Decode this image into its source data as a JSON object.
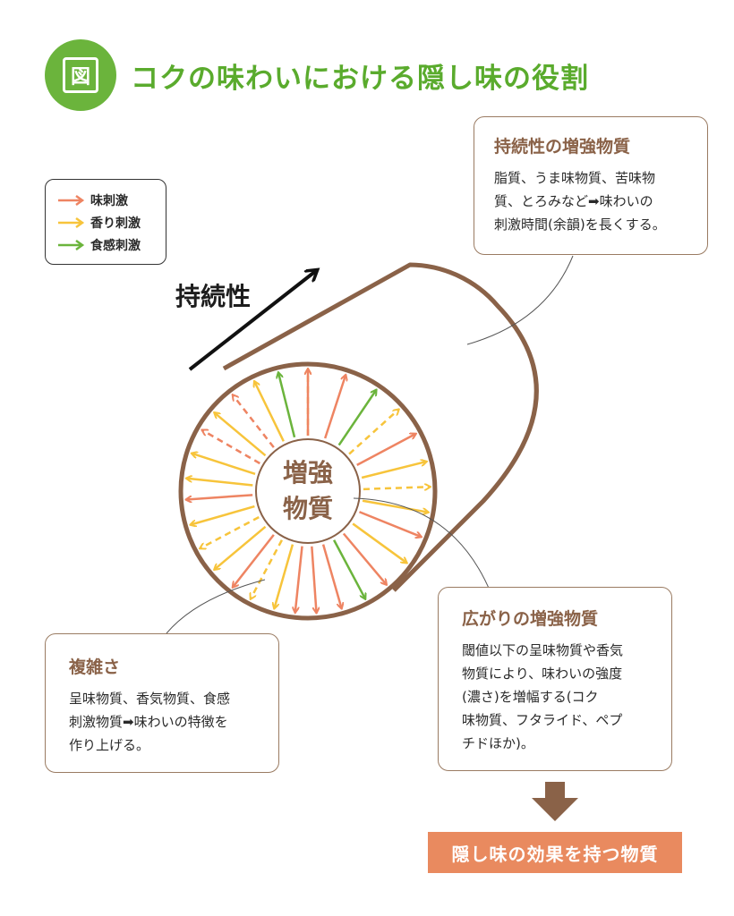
{
  "header": {
    "badge": "図",
    "title": "コクの味わいにおける隠し味の役割"
  },
  "legend": {
    "items": [
      {
        "label": "味刺激",
        "color": "#ee8462"
      },
      {
        "label": "香り刺激",
        "color": "#f7c43b"
      },
      {
        "label": "食感刺激",
        "color": "#6bb43c"
      }
    ]
  },
  "diagram": {
    "persistence_label": "持続性",
    "center_line1": "増強",
    "center_line2": "物質",
    "cylinder_color": "#8a6248"
  },
  "boxes": {
    "persistence": {
      "title": "持続性の増強物質",
      "body": "脂質、うま味物質、苦味物\n質、とろみなど➡味わいの\n刺激時間(余韻)を長くする。"
    },
    "complexity": {
      "title": "複雑さ",
      "body": "呈味物質、香気物質、食感\n刺激物質➡味わいの特徴を\n作り上げる。"
    },
    "spread": {
      "title": "広がりの増強物質",
      "body": "閾値以下の呈味物質や香気\n物質により、味わいの強度\n(濃さ)を増幅する(コク\n味物質、フタライド、ペプ\nチドほか)。"
    }
  },
  "result": {
    "label": "隠し味の効果を持つ物質"
  }
}
